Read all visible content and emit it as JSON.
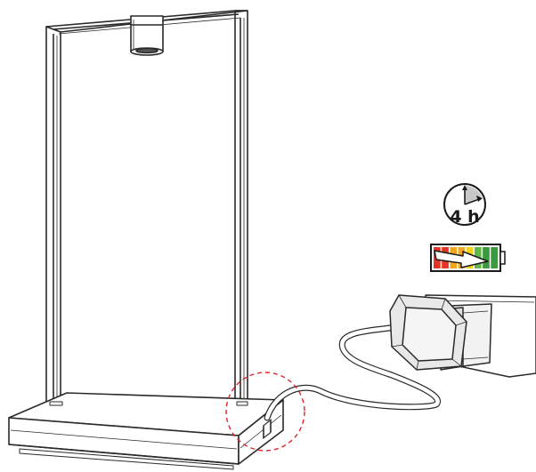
{
  "charge_time": {
    "label": "4 h",
    "icon": "clock-icon",
    "dial_fill": "#c8c8c8"
  },
  "battery": {
    "icon": "battery-charging-icon",
    "segment_colors": [
      "#e63323",
      "#e63323",
      "#f2a51d",
      "#f2a51d",
      "#f7d21a",
      "#5fb746",
      "#3a9a3d",
      "#3a9a3d"
    ],
    "bolt_fill": "#ffffff"
  },
  "lamp": {
    "icon": "table-lamp-illustration",
    "line_color": "#2a2a2a"
  },
  "cable": {
    "icon": "power-cable-illustration"
  },
  "adapter": {
    "icon": "wall-plug-adapter-illustration"
  },
  "callout": {
    "icon": "charging-port-highlight",
    "color": "#e0242b"
  }
}
